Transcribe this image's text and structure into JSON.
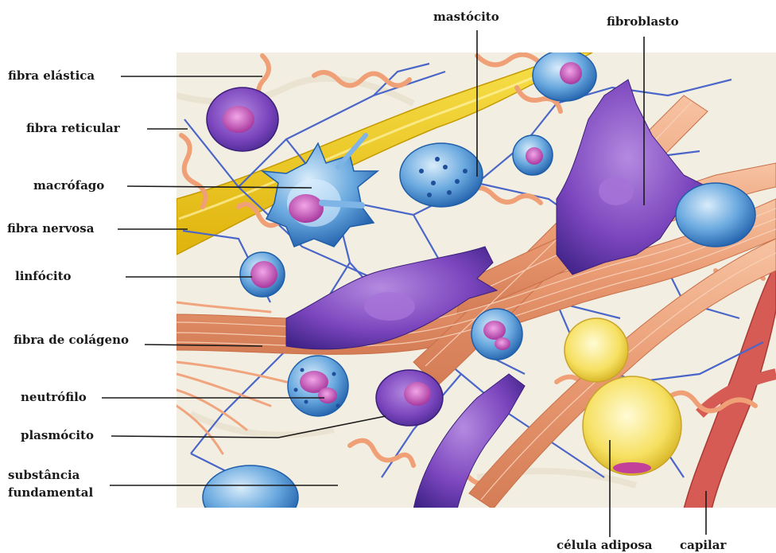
{
  "labels": {
    "fibra_elastica": "fibra elástica",
    "fibra_reticular": "fibra reticular",
    "macrofago": "macrófago",
    "fibra_nervosa": "fibra nervosa",
    "linfocito": "linfócito",
    "fibra_colageno": "fibra de colágeno",
    "neutrofilo": "neutrófilo",
    "plasmocito": "plasmócito",
    "substancia_line1": "substância",
    "substancia_line2": "fundamental",
    "mastocito": "mastócito",
    "fibroblasto": "fibroblasto",
    "celula_adiposa": "célula adiposa",
    "capilar": "capilar"
  },
  "colors": {
    "background": "#f3eee2",
    "yellow_nerve": "#f2cf1c",
    "collagen": "#f0a57e",
    "collagen_stripe": "#d9805a",
    "elastic": "#f2a078",
    "reticular": "#4a66c8",
    "fibroblast": "#6a3fa8",
    "cell_blue": "#3f8fd0",
    "nucleus": "#c15ab8",
    "adipocyte": "#f7e76a",
    "capillary": "#d25a55",
    "leader": "#1a1a1a"
  }
}
